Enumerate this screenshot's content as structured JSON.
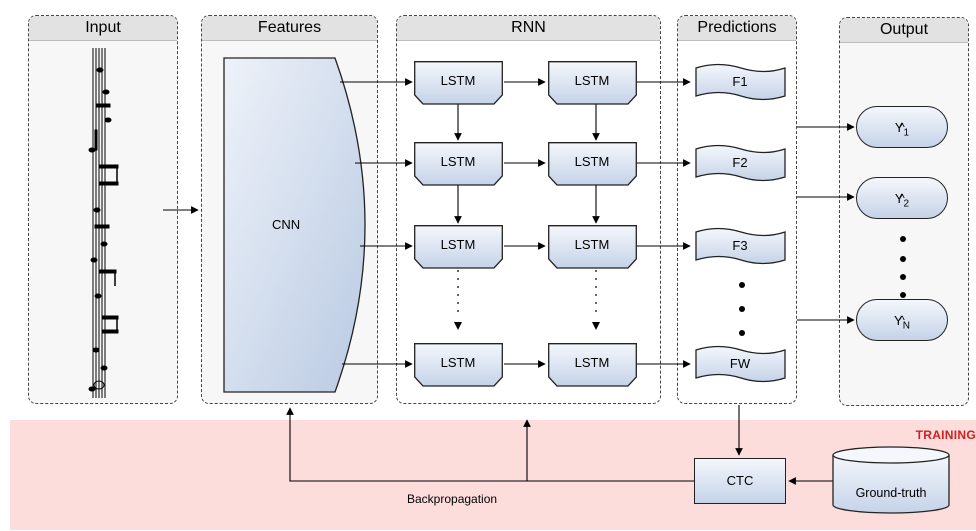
{
  "panels": {
    "input": "Input",
    "features": "Features",
    "rnn": "RNN",
    "predictions": "Predictions",
    "output": "Output"
  },
  "cnn_label": "CNN",
  "lstm_label": "LSTM",
  "predictions": [
    "F1",
    "F2",
    "F3",
    "FW"
  ],
  "outputs": [
    {
      "base": "Y",
      "sub": "1"
    },
    {
      "base": "Y",
      "sub": "2"
    },
    {
      "base": "Y",
      "sub": "N"
    }
  ],
  "ctc_label": "CTC",
  "ground_truth_label": "Ground-truth",
  "backprop_label": "Backpropagation",
  "training_label": "TRAINING",
  "colors": {
    "training_band": "#fddcdc",
    "node_fill_top": "#f4f7fc",
    "node_fill_bottom": "#c5d3e8",
    "training_text": "#d02020"
  }
}
